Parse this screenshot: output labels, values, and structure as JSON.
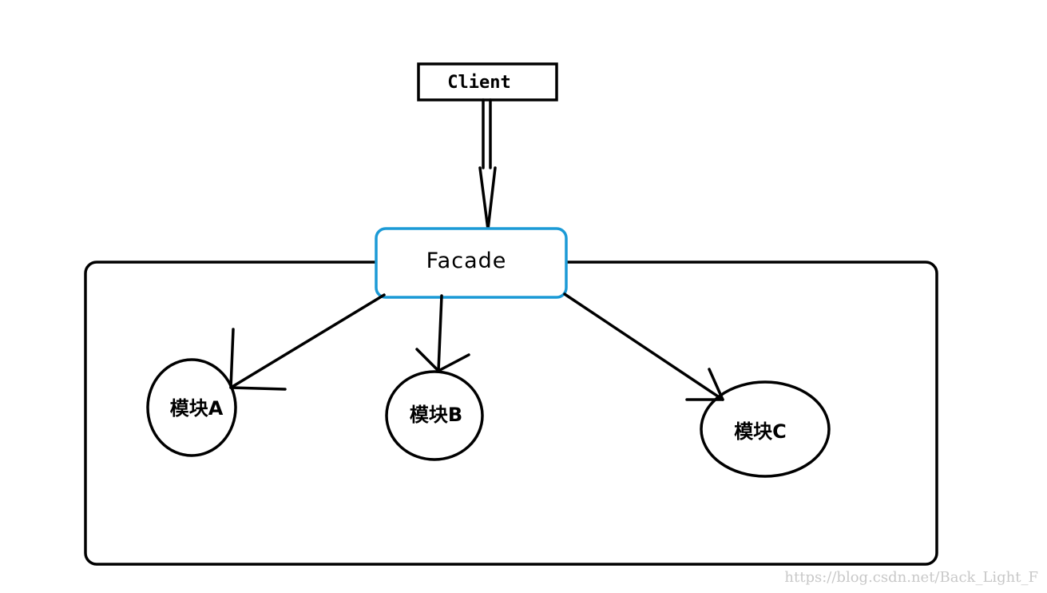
{
  "nodes": {
    "client": "Client",
    "facade": "Facade",
    "module_a": "模块A",
    "module_b": "模块B",
    "module_c": "模块C"
  },
  "watermark": "https://blog.csdn.net/Back_Light_F",
  "colors": {
    "stroke": "#000000",
    "facade_border": "#1b9ad6",
    "watermark": "#c8c8c8",
    "background": "#ffffff"
  }
}
